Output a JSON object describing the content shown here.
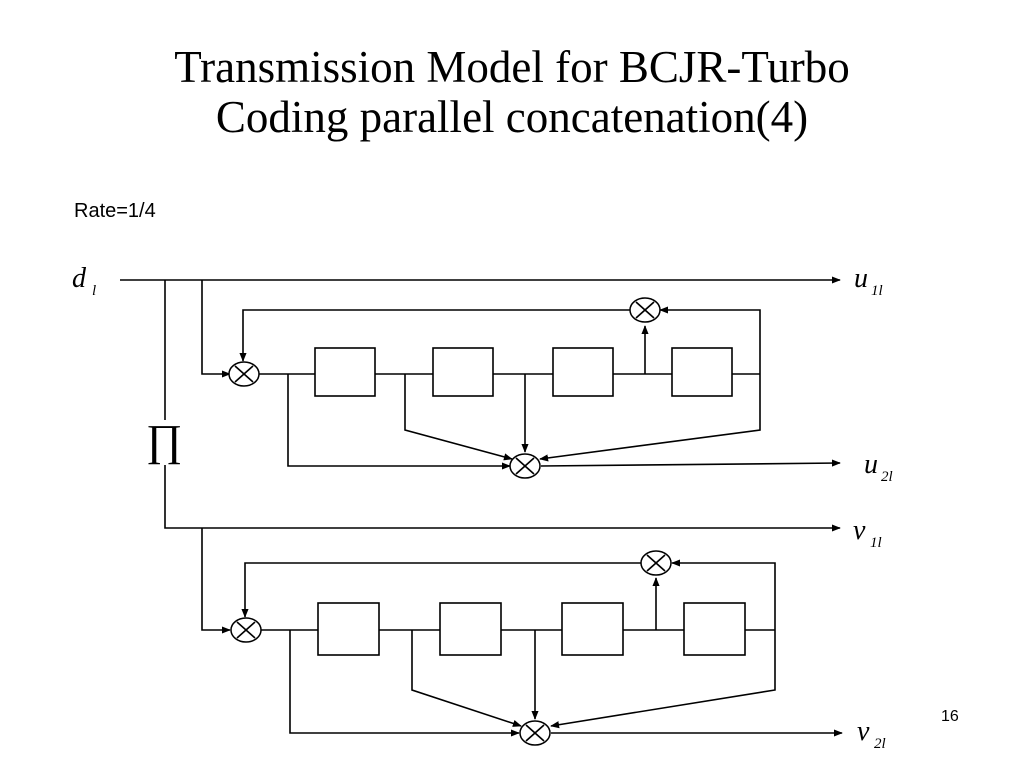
{
  "title": {
    "line1": "Transmission Model for BCJR-Turbo",
    "line2": "Coding parallel concatenation(4)"
  },
  "rate_label": "Rate=1/4",
  "page_number": "16",
  "diagram": {
    "input": {
      "symbol": "d",
      "subscript": "l"
    },
    "interleaver": "∏",
    "outputs": [
      {
        "symbol": "u",
        "subscript": "1l"
      },
      {
        "symbol": "u",
        "subscript": "2l"
      },
      {
        "symbol": "v",
        "subscript": "1l"
      },
      {
        "symbol": "v",
        "subscript": "2l"
      }
    ]
  }
}
